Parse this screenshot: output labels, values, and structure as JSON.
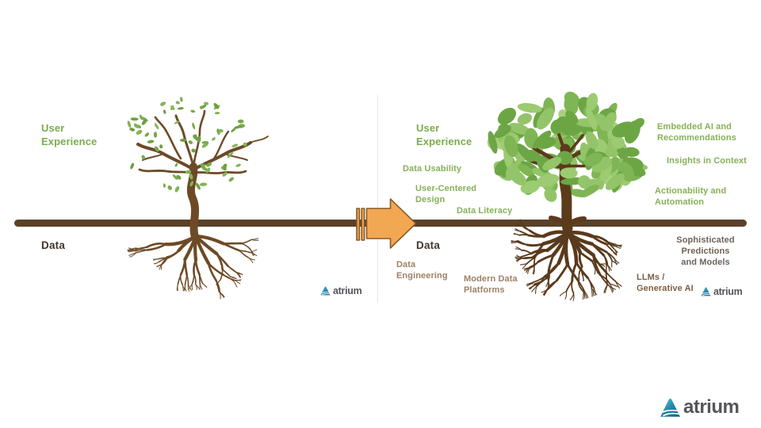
{
  "brand": {
    "name": "atrium"
  },
  "colors": {
    "label_green": "#7cab4e",
    "label_dark": "#45352a",
    "label_taupe": "#9c8265",
    "label_brown": "#7d5f43",
    "ground_line": "#59422a",
    "arrow_fill": "#f2a852",
    "arrow_outline": "#8a5a28",
    "leaf_green_sparse": "#7aa94c",
    "leaf_green_dense": "#7fb554",
    "trunk_left": "#6d4a26",
    "trunk_right": "#5c3a1c",
    "logo_blue": "#1f84a8"
  },
  "left_panel": {
    "user_experience_label": "User\nExperience",
    "data_label": "Data"
  },
  "right_panel": {
    "user_experience_label": "User\nExperience",
    "data_label": "Data",
    "ux_labels": {
      "data_usability": "Data Usability",
      "user_centered_design": "User-Centered\nDesign",
      "data_literacy": "Data Literacy",
      "embedded_ai": "Embedded AI and\nRecommendations",
      "insights_in_context": "Insights in Context",
      "actionability": "Actionability and\nAutomation"
    },
    "data_labels": {
      "data_engineering": "Data\nEngineering",
      "modern_data_platforms": "Modern Data\nPlatforms",
      "sophisticated_predictions": "Sophisticated\nPredictions\nand Models",
      "llms_generative_ai": "LLMs /\nGenerative AI"
    }
  }
}
